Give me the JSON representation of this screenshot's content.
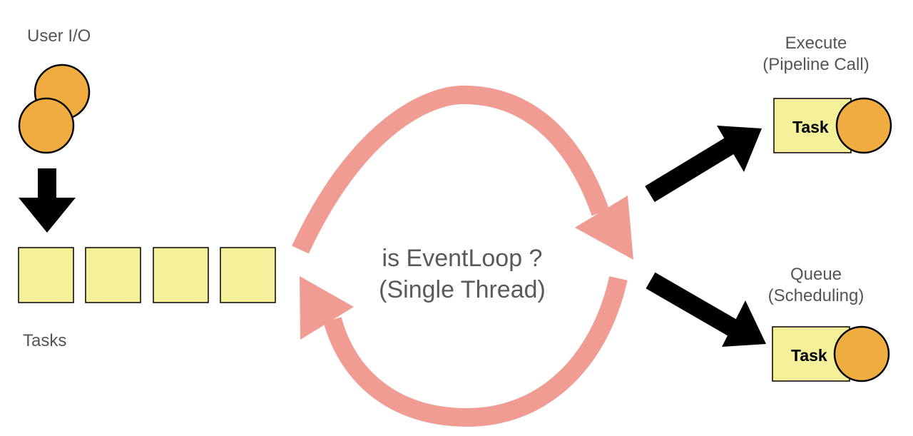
{
  "labels": {
    "user_io": "User I/O",
    "tasks": "Tasks",
    "center_line1": "is EventLoop ?",
    "center_line2": "(Single Thread)",
    "execute_line1": "Execute",
    "execute_line2": "(Pipeline Call)",
    "queue_line1": "Queue",
    "queue_line2": "(Scheduling)",
    "task_execute": "Task",
    "task_queue": "Task"
  },
  "colors": {
    "circle_fill": "#F0AC40",
    "task_box_fill": "#F5F09A",
    "loop_arrow": "#F19C92",
    "stroke": "#000000",
    "label_text": "#555555"
  }
}
